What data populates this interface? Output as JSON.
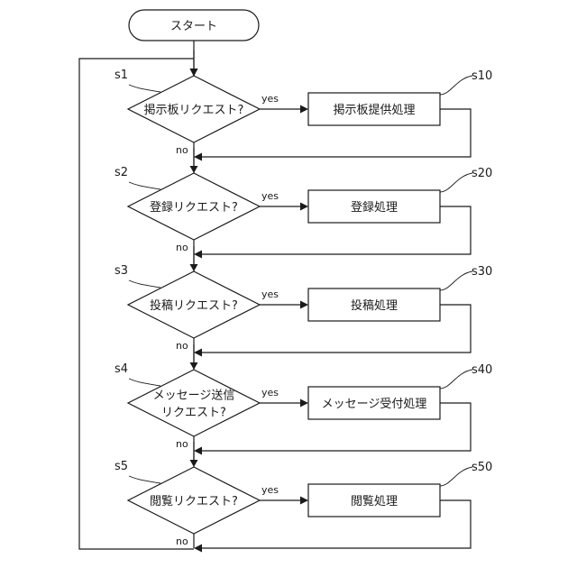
{
  "start_label": "スタート",
  "yes_label": "yes",
  "no_label": "no",
  "steps": [
    {
      "id": "s1",
      "decision": [
        "掲示板リクエスト?"
      ],
      "process_id": "s10",
      "process": "掲示板提供処理"
    },
    {
      "id": "s2",
      "decision": [
        "登録リクエスト?"
      ],
      "process_id": "s20",
      "process": "登録処理"
    },
    {
      "id": "s3",
      "decision": [
        "投稿リクエスト?"
      ],
      "process_id": "s30",
      "process": "投稿処理"
    },
    {
      "id": "s4",
      "decision": [
        "メッセージ送信",
        "リクエスト?"
      ],
      "process_id": "s40",
      "process": "メッセージ受付処理"
    },
    {
      "id": "s5",
      "decision": [
        "閲覧リクエスト?"
      ],
      "process_id": "s50",
      "process": "閲覧処理"
    }
  ]
}
